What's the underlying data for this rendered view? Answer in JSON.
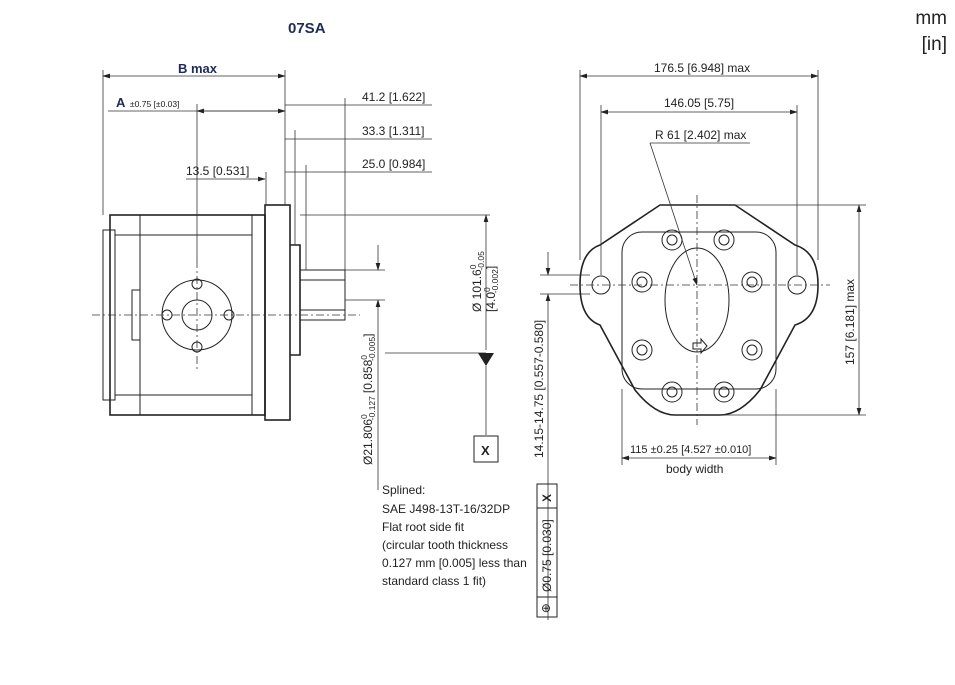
{
  "title": "07SA",
  "units": {
    "primary": "mm",
    "secondary": "[in]"
  },
  "side_view": {
    "b_max": "B max",
    "a_label": "A",
    "a_tol": "±0.75 [±0.03]",
    "dim_41": "41.2 [1.622]",
    "dim_33": "33.3 [1.311]",
    "dim_25": "25.0 [0.984]",
    "dim_13": "13.5 [0.531]",
    "pilot_dia": "Ø 101.6",
    "pilot_dia_tol_upper": "0",
    "pilot_dia_tol_lower": "-0.05",
    "pilot_dia_in": "[4.0",
    "pilot_dia_in_tol_upper": "0",
    "pilot_dia_in_tol_lower": "-0.002",
    "pilot_dia_in_close": "]",
    "shaft_dia": "Ø21.806",
    "shaft_dia_tol_upper": "0",
    "shaft_dia_tol_lower": "-0.127",
    "shaft_dia_in": "[0.858",
    "shaft_dia_in_tol_upper": "0",
    "shaft_dia_in_tol_lower": "-0.005",
    "shaft_dia_in_close": "]",
    "shaft_len": "14.15-14.75 [0.557-0.580]",
    "datum": "X",
    "spline_note": [
      "Splined:",
      "SAE J498-13T-16/32DP",
      "Flat root side fit",
      "(circular tooth thickness",
      "0.127 mm [0.005] less than",
      "standard class 1 fit)"
    ],
    "position_tol": {
      "symbol": "⊕",
      "value": "Ø0.75 [0.030]",
      "datum": "X"
    }
  },
  "front_view": {
    "dim_overall": "176.5 [6.948] max",
    "dim_bolt": "146.05 [5.75]",
    "radius": "R 61 [2.402] max",
    "height": "157 [6.181] max",
    "body_width_dim": "115 ±0.25 [4.527 ±0.010]",
    "body_width_label": "body width"
  }
}
